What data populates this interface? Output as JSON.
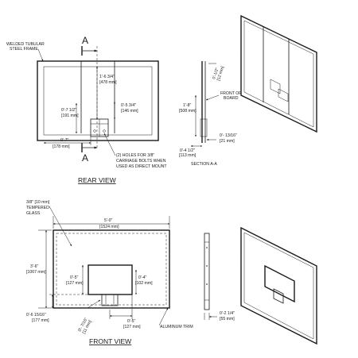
{
  "rear_view": {
    "title": "REAR VIEW",
    "section_marker": "A",
    "welded_frame_label": [
      "WELDED TUBULAR",
      "STEEL FRAME"
    ],
    "dim_center_height": [
      "1'-6 3/4\"",
      "[478 mm]"
    ],
    "dim_left_height": [
      "0'-7 1/2\"",
      "[191 mm]"
    ],
    "dim_right_height": [
      "0'-5 3/4\"",
      "[146 mm]"
    ],
    "dim_bottom_offset": [
      "0'-7\"",
      "[178 mm]"
    ],
    "holes_note": [
      "(2) HOLES FOR 3/8\"",
      "CARRIAGE BOLTS WHEN",
      "USED AS DIRECT MOUNT"
    ]
  },
  "section_aa": {
    "title": "SECTION A-A",
    "dim_top": [
      "0'-1/2\"",
      "[12 mm]"
    ],
    "front_of_board_label": [
      "FRONT OF",
      "BOARD"
    ],
    "dim_height": [
      "1'-8\"",
      "[508 mm]"
    ],
    "dim_depth": [
      "0'- 13/16\"",
      "[21 mm]"
    ],
    "dim_offset": [
      "0'-4 1/2\"",
      "[113 mm]"
    ]
  },
  "front_view": {
    "title": "FRONT VIEW",
    "glass_label": [
      "3/8\" [10 mm]",
      "TEMPERED",
      "GLASS"
    ],
    "dim_width": [
      "5'-0\"",
      "[1524 mm]"
    ],
    "dim_height": [
      "3'-6\"",
      "[1067 mm]"
    ],
    "dim_target_left": [
      "0'-5\"",
      "[127 mm]"
    ],
    "dim_target_right": [
      "0'-4\"",
      "[102 mm]"
    ],
    "dim_bottom_left": [
      "0'-6 15/16\"",
      "[177 mm]"
    ],
    "dim_rim_height": [
      "0'- 7/16\"",
      "[11 mm]"
    ],
    "dim_bottom_center": [
      "0'-5\"",
      "[127 mm]"
    ],
    "trim_label": "ALUMINUM TRIM"
  },
  "edge_view": {
    "dim_thickness": [
      "0'-2 1/4\"",
      "[55 mm]"
    ]
  }
}
